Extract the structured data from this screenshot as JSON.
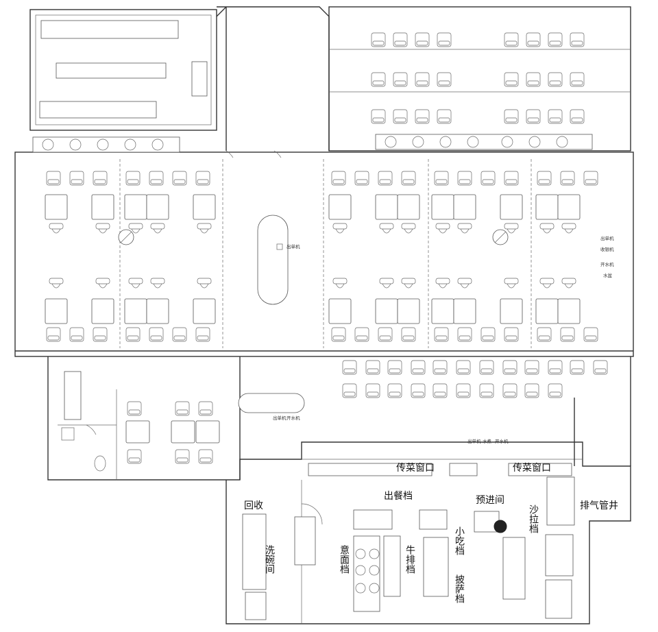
{
  "plan": {
    "labels": {
      "order_printer_center": "出单机",
      "order_printer_lower": "出单机",
      "water_dispenser_lower": "开水机",
      "right_wall_order_printer": "出单机",
      "right_wall_cash_register": "收银机",
      "right_wall_water_dispenser": "开水机",
      "right_wall_water_basin": "水盆",
      "kitchen_top_order_printer": "出单机",
      "kitchen_top_water_dispenser_box": "水煮",
      "kitchen_top_water_dispenser": "开水机",
      "pass_window_left": "传菜窗口",
      "pass_window_right": "传菜窗口",
      "serving_station": "出餐档",
      "prep_room": "预进间",
      "recycle": "回收",
      "dishwashing": "洗碗间",
      "noodle_station": "意面档",
      "steak_station": "牛排档",
      "snack_station": "小吃档",
      "pizza_station": "披萨档",
      "salad_station": "沙拉档",
      "exhaust_shaft": "排气管井"
    },
    "icons": {
      "plant": "plant-icon",
      "column": "column-icon",
      "sink": "sink-icon",
      "toilet": "toilet-icon",
      "burner": "burner-icon",
      "door": "door-swing-icon"
    },
    "colors": {
      "wall": "#333333",
      "furniture": "#666666",
      "background": "#ffffff"
    }
  }
}
